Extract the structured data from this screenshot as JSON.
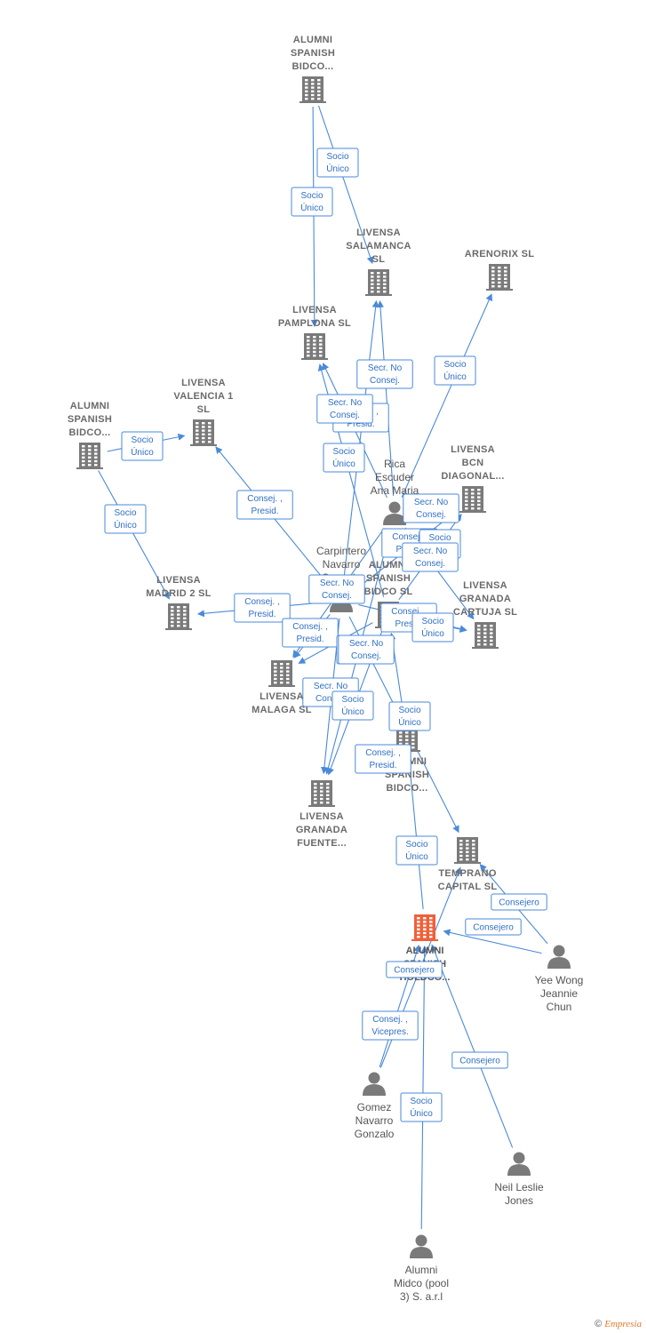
{
  "colors": {
    "company": "#7a7a7a",
    "focus": "#f0603a",
    "person": "#7a7a7a",
    "edge": "#4a8ad8"
  },
  "nodes": [
    {
      "id": "bidco_top",
      "type": "company",
      "lines": [
        "ALUMNI",
        "SPANISH",
        "BIDCO..."
      ],
      "icon": "building-icon"
    },
    {
      "id": "salamanca",
      "type": "company",
      "lines": [
        "LIVENSA",
        "SALAMANCA",
        "SL"
      ],
      "icon": "building-icon"
    },
    {
      "id": "arenorix",
      "type": "company",
      "lines": [
        "ARENORIX  SL"
      ],
      "icon": "building-icon"
    },
    {
      "id": "pamplona",
      "type": "company",
      "lines": [
        "LIVENSA",
        "PAMPLONA  SL"
      ],
      "icon": "building-icon"
    },
    {
      "id": "valencia",
      "type": "company",
      "lines": [
        "LIVENSA",
        "VALENCIA 1",
        "SL"
      ],
      "icon": "building-icon"
    },
    {
      "id": "bidco_left",
      "type": "company",
      "lines": [
        "ALUMNI",
        "SPANISH",
        "BIDCO..."
      ],
      "icon": "building-icon"
    },
    {
      "id": "madrid",
      "type": "company",
      "lines": [
        "LIVENSA",
        "MADRID 2  SL"
      ],
      "icon": "building-icon"
    },
    {
      "id": "bcn",
      "type": "company",
      "lines": [
        "LIVENSA",
        "BCN",
        "DIAGONAL..."
      ],
      "icon": "building-icon"
    },
    {
      "id": "rica",
      "type": "person",
      "lines": [
        "Rica",
        "Escuder",
        "Ana Maria"
      ],
      "icon": "person-icon"
    },
    {
      "id": "carpintero",
      "type": "person",
      "lines": [
        "Carpintero",
        "Navarro",
        "Gonzalo"
      ],
      "icon": "person-icon"
    },
    {
      "id": "bidco_mid",
      "type": "company",
      "lines": [
        "ALUMNI",
        "SPANISH",
        "BIDCO  SL"
      ],
      "icon": "building-icon"
    },
    {
      "id": "cartuja",
      "type": "company",
      "lines": [
        "LIVENSA",
        "GRANADA",
        "CARTUJA  SL"
      ],
      "icon": "building-icon"
    },
    {
      "id": "malaga",
      "type": "company",
      "lines": [
        "LIVENSA",
        "MALAGA  SL"
      ],
      "icon": "building-icon"
    },
    {
      "id": "bidco_low",
      "type": "company",
      "lines": [
        "ALUMNI",
        "SPANISH",
        "BIDCO..."
      ],
      "icon": "building-icon"
    },
    {
      "id": "fuente",
      "type": "company",
      "lines": [
        "LIVENSA",
        "GRANADA",
        "FUENTE..."
      ],
      "icon": "building-icon"
    },
    {
      "id": "temprano",
      "type": "company",
      "lines": [
        "TEMPRANO",
        "CAPITAL  SL"
      ],
      "icon": "building-icon"
    },
    {
      "id": "holdco",
      "type": "focus",
      "lines": [
        "ALUMNI",
        "SPANISH",
        "HOLDCO..."
      ],
      "icon": "building-icon"
    },
    {
      "id": "yee",
      "type": "person",
      "lines": [
        "Yee Wong",
        "Jeannie",
        "Chun"
      ],
      "icon": "person-icon"
    },
    {
      "id": "gomez",
      "type": "person",
      "lines": [
        "Gomez",
        "Navarro",
        "Gonzalo"
      ],
      "icon": "person-icon"
    },
    {
      "id": "neil",
      "type": "person",
      "lines": [
        "Neil Leslie",
        "Jones"
      ],
      "icon": "person-icon"
    },
    {
      "id": "midco",
      "type": "person",
      "lines": [
        "Alumni",
        "Midco (pool",
        "3) S. a.r.l"
      ],
      "icon": "person-icon"
    }
  ],
  "edges": [
    {
      "from": "bidco_top",
      "to": "salamanca",
      "label": [
        "Socio",
        "Único"
      ]
    },
    {
      "from": "bidco_top",
      "to": "pamplona",
      "label": [
        "Socio",
        "Único"
      ]
    },
    {
      "from": "rica",
      "to": "arenorix",
      "label": [
        "Socio",
        "Único"
      ]
    },
    {
      "from": "rica",
      "to": "salamanca",
      "label": [
        "Secr.  No",
        "Consej."
      ]
    },
    {
      "from": "carpintero",
      "to": "salamanca",
      "label": [
        "Consej. ,",
        "Presid."
      ]
    },
    {
      "from": "rica",
      "to": "pamplona",
      "label": [
        "Secr.  No",
        "Consej."
      ]
    },
    {
      "from": "bidco_mid",
      "to": "pamplona",
      "label": [
        "Socio",
        "Único"
      ]
    },
    {
      "from": "bidco_left",
      "to": "valencia",
      "label": [
        "Socio",
        "Único"
      ]
    },
    {
      "from": "bidco_left",
      "to": "madrid",
      "label": [
        "Socio",
        "Único"
      ]
    },
    {
      "from": "carpintero",
      "to": "valencia",
      "label": [
        "Consej. ,",
        "Presid."
      ]
    },
    {
      "from": "carpintero",
      "to": "madrid",
      "label": [
        "Consej. ,",
        "Presid."
      ]
    },
    {
      "from": "rica",
      "to": "bcn",
      "label": [
        "Secr.  No",
        "Consej."
      ]
    },
    {
      "from": "carpintero",
      "to": "bcn",
      "label": [
        "Consej. ,",
        "Presid."
      ]
    },
    {
      "from": "bidco_mid",
      "to": "bcn",
      "label": [
        "Socio",
        "Único"
      ]
    },
    {
      "from": "rica",
      "to": "cartuja",
      "label": [
        "Secr.  No",
        "Consej."
      ]
    },
    {
      "from": "carpintero",
      "to": "cartuja",
      "label": [
        "Consej. ,",
        "Presid."
      ]
    },
    {
      "from": "bidco_mid",
      "to": "cartuja",
      "label": [
        "Socio",
        "Único"
      ]
    },
    {
      "from": "rica",
      "to": "malaga",
      "label": [
        "Secr.  No",
        "Consej."
      ]
    },
    {
      "from": "carpintero",
      "to": "malaga",
      "label": [
        "Consej. ,",
        "Presid."
      ]
    },
    {
      "from": "bidco_mid",
      "to": "malaga",
      "label": [
        "Socio",
        "Único"
      ]
    },
    {
      "from": "rica",
      "to": "fuente",
      "label": [
        "Secr.  No",
        "Consej."
      ]
    },
    {
      "from": "carpintero",
      "to": "fuente",
      "label": [
        "Consej. ,",
        "Presid."
      ]
    },
    {
      "from": "bidco_mid",
      "to": "fuente",
      "label": [
        "Socio",
        "Único"
      ]
    },
    {
      "from": "bidco_low",
      "to": "bidco_mid",
      "label": [
        "Socio",
        "Único"
      ]
    },
    {
      "from": "holdco",
      "to": "bidco_low",
      "label": [
        "Socio",
        "Único"
      ]
    },
    {
      "from": "carpintero",
      "to": "temprano",
      "label": [
        "Secr.  No",
        "Consej."
      ]
    },
    {
      "from": "yee",
      "to": "temprano",
      "label": [
        "Consejero"
      ]
    },
    {
      "from": "yee",
      "to": "holdco",
      "label": [
        "Consejero"
      ]
    },
    {
      "from": "gomez",
      "to": "holdco",
      "label": [
        "Consej. ,",
        "Vicepres."
      ]
    },
    {
      "from": "gomez",
      "to": "temprano",
      "label": [
        "Consejero"
      ]
    },
    {
      "from": "neil",
      "to": "holdco",
      "label": [
        "Consejero"
      ]
    },
    {
      "from": "midco",
      "to": "holdco",
      "label": [
        "Socio",
        "Único"
      ]
    }
  ],
  "copyright": {
    "symbol": "©",
    "brand": "Empresia"
  }
}
